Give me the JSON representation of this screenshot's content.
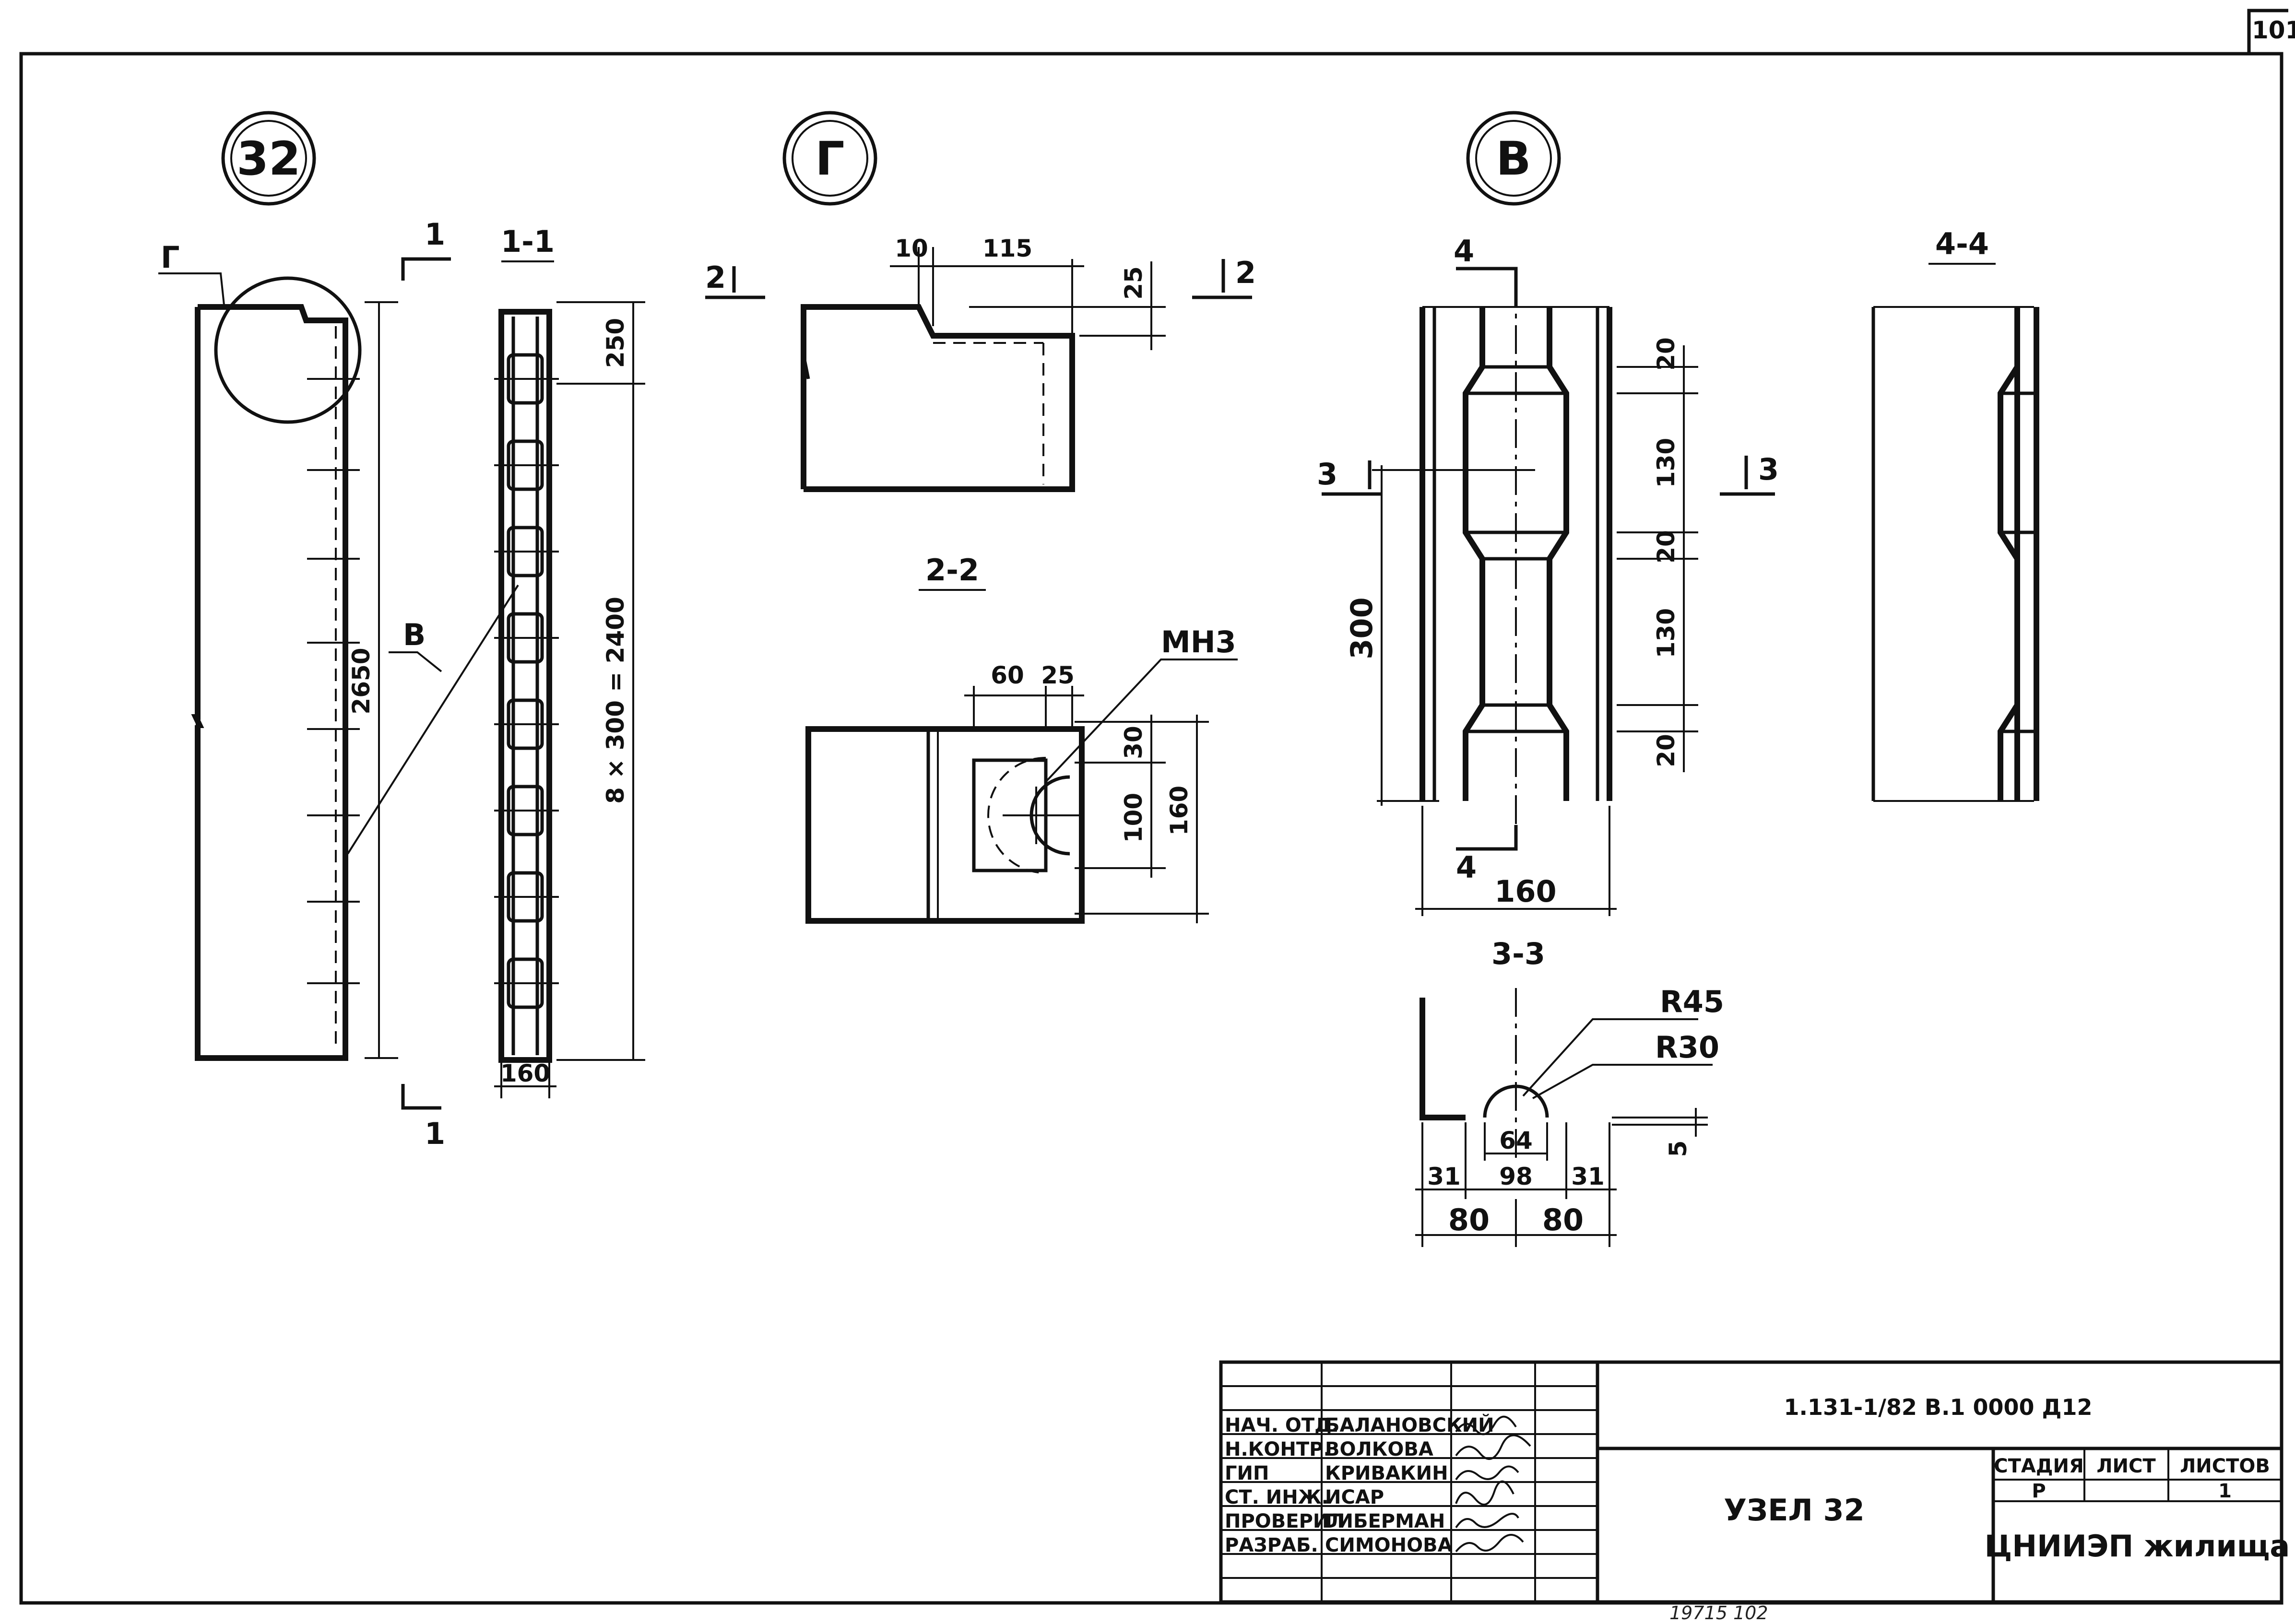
{
  "page_number": "101",
  "views": {
    "main": {
      "marker": "32",
      "callout_g": "Г",
      "callout_v": "В",
      "height_dim": "2650",
      "cut_mark": "1"
    },
    "section_1_1": {
      "title": "1-1",
      "top_dim": "250",
      "pitch_dim": "8 × 300 = 2400",
      "width_dim": "160"
    },
    "detail_g": {
      "marker": "Г",
      "cut_mark": "2",
      "dims": [
        "10",
        "115",
        "25"
      ]
    },
    "section_2_2": {
      "title": "2-2",
      "dims": [
        "60",
        "25",
        "30",
        "100",
        "160"
      ],
      "note": "МН3"
    },
    "detail_v": {
      "marker": "В",
      "cut_4": "4",
      "cut_3": "3",
      "height_dim": "300",
      "width_dim": "160",
      "segment_dims": [
        "20",
        "130",
        "20",
        "130",
        "20"
      ]
    },
    "section_4_4": {
      "title": "4-4"
    },
    "section_3_3": {
      "title": "3-3",
      "radii": [
        "R45",
        "R30"
      ],
      "dims": [
        "64",
        "98",
        "31",
        "31",
        "80",
        "80",
        "5"
      ]
    }
  },
  "title_block": {
    "roles": [
      "НАЧ. ОТД.",
      "Н.КОНТР.",
      "ГИП",
      "СТ. ИНЖ.",
      "ПРОВЕРИЛ",
      "РАЗРАБ."
    ],
    "names": [
      "БАЛАНОВСКИЙ",
      "ВОЛКОВА",
      "КРИВАКИН",
      "ИСАР",
      "ГИБЕРМАН",
      "СИМОНОВА"
    ],
    "document_code": "1.131-1/82 В.1 0000 Д12",
    "sheet_title": "УЗЕЛ 32",
    "stage_label": "СТАДИЯ",
    "sheet_label": "ЛИСТ",
    "sheets_label": "ЛИСТОВ",
    "stage_value": "Р",
    "sheets_value": "1",
    "organization": "ЦНИИЭП жилища"
  },
  "footer_handwritten": "19715   102"
}
